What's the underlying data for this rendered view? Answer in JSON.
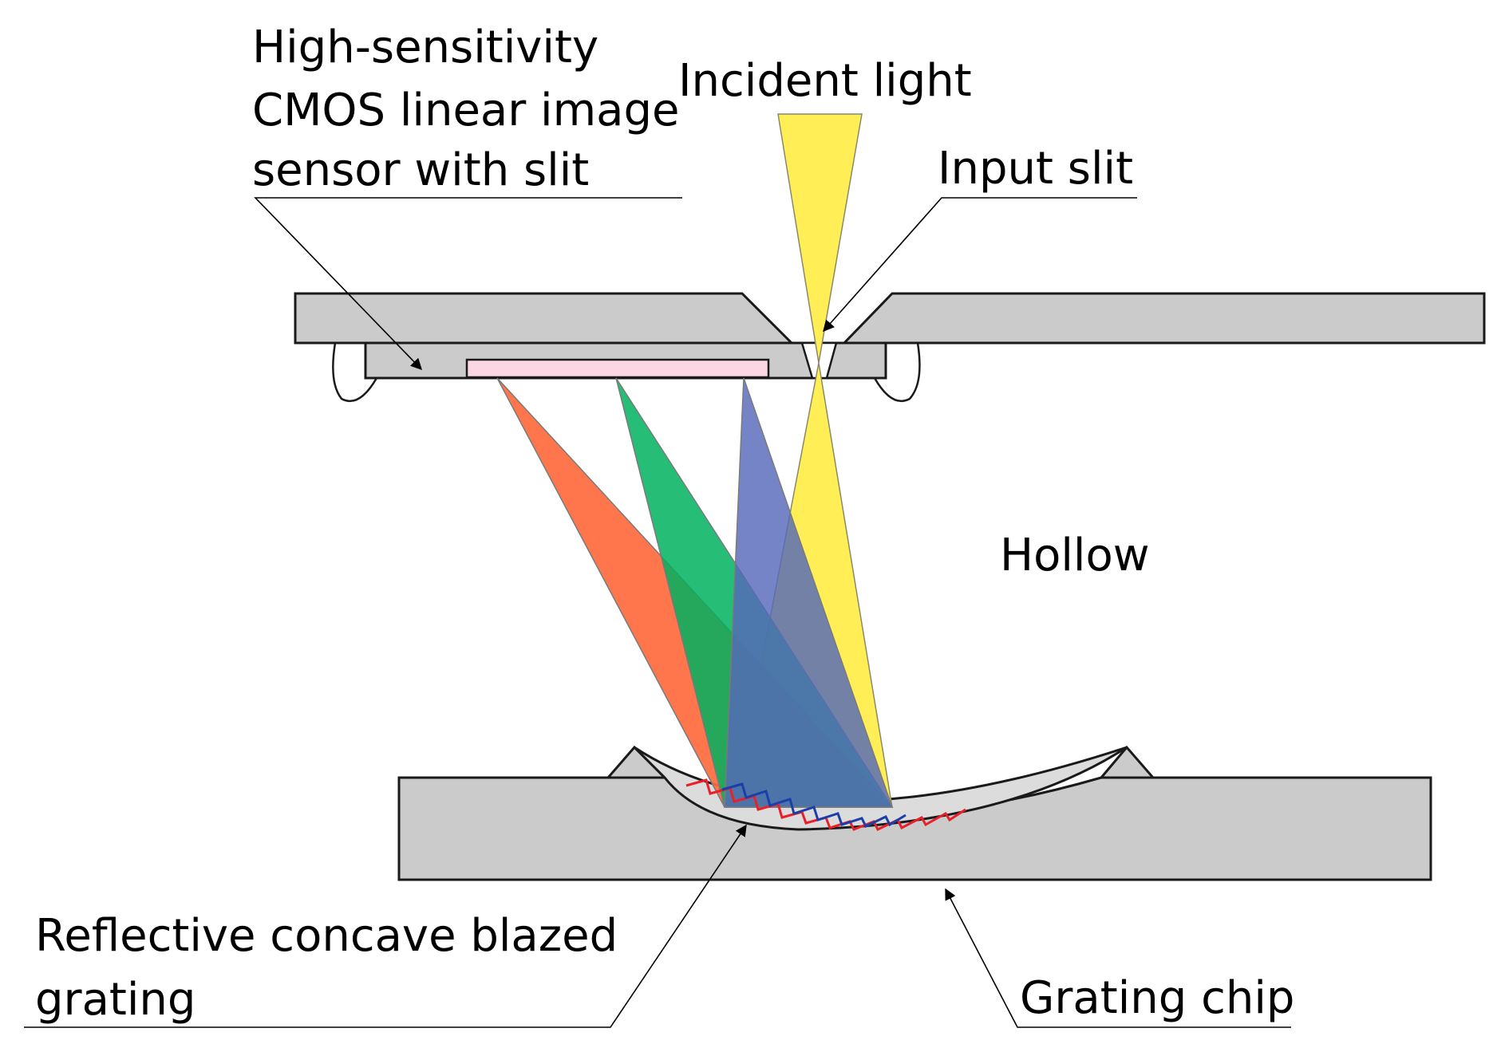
{
  "labels": {
    "sensor": [
      "High-sensitivity",
      "CMOS linear image",
      "sensor with slit"
    ],
    "incident": "Incident light",
    "slit": "Input slit",
    "hollow": "Hollow",
    "grating": [
      "Reflective concave blazed",
      "grating"
    ],
    "chip": "Grating chip"
  },
  "colors": {
    "body_gray": "#cacbca",
    "sensor_strip": "#fad7e3",
    "incident_beam": "#ffee55",
    "red_beam": "#ff6a3d",
    "green_beam": "#00b15f",
    "blue_beam": "#5569b9",
    "sawtooth_red": "#e8202a",
    "sawtooth_blue": "#1a3fa8"
  }
}
